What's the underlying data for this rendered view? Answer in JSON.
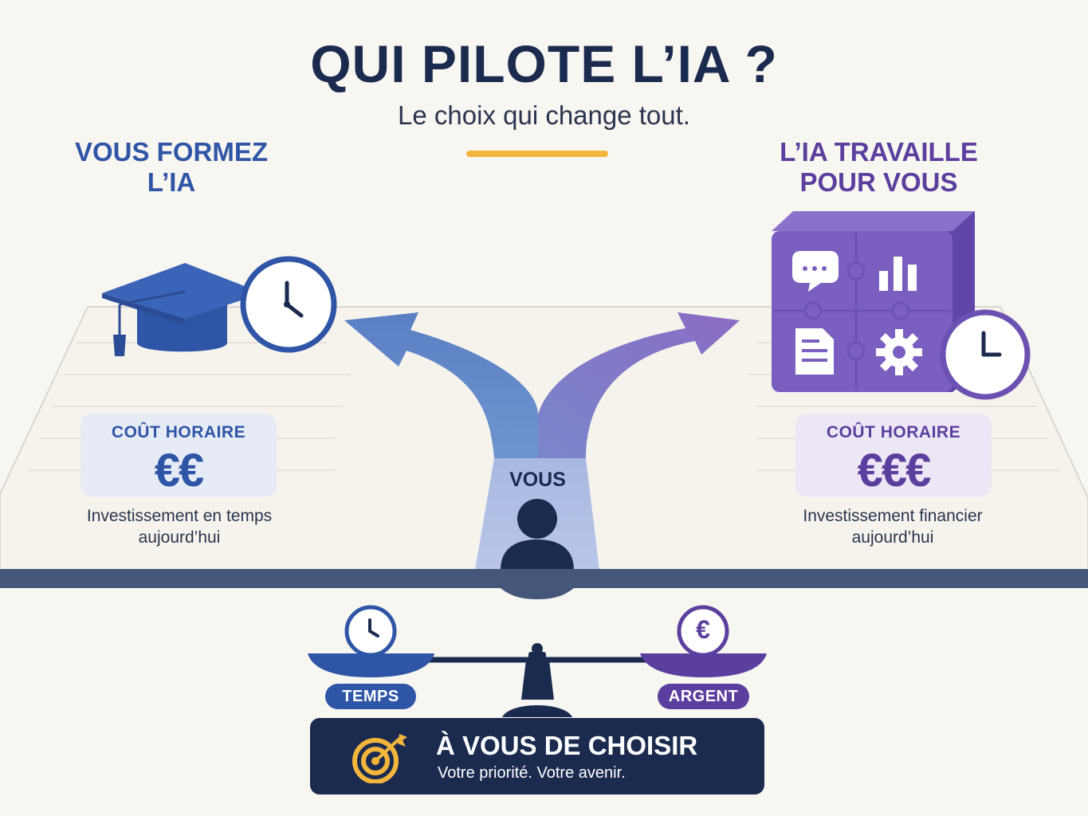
{
  "header": {
    "title": "QUI PILOTE L’IA ?",
    "subtitle": "Le choix qui change tout."
  },
  "left_option": {
    "heading_line1": "VOUS FORMEZ",
    "heading_line2": "L’IA",
    "cost_label": "COÛT HORAIRE",
    "cost_value": "€€",
    "caption_line1": "Investissement en temps",
    "caption_line2": "aujourd’hui",
    "icons": [
      "graduation-cap-icon",
      "clock-icon"
    ]
  },
  "right_option": {
    "heading_line1": "L’IA TRAVAILLE",
    "heading_line2": "POUR VOUS",
    "cost_label": "COÛT HORAIRE",
    "cost_value": "€€€",
    "caption_line1": "Investissement financier",
    "caption_line2": "aujourd’hui",
    "icons": [
      "puzzle-cube-icon",
      "chat-icon",
      "bar-chart-icon",
      "document-icon",
      "gear-icon",
      "clock-icon"
    ]
  },
  "center": {
    "person_label": "VOUS",
    "icons": [
      "person-icon",
      "fork-arrow-icon"
    ]
  },
  "scale": {
    "left_label": "TEMPS",
    "right_label": "ARGENT",
    "left_symbol": "clock-icon",
    "right_symbol": "€"
  },
  "banner": {
    "title": "À VOUS DE CHOISIR",
    "subtitle": "Votre priorité. Votre avenir.",
    "icon": "target-icon"
  },
  "colors": {
    "navy": "#1b2b4f",
    "blue": "#2e55a6",
    "purple": "#5b3f9f",
    "yellow": "#f3b63d",
    "background": "#f8f6f1"
  }
}
